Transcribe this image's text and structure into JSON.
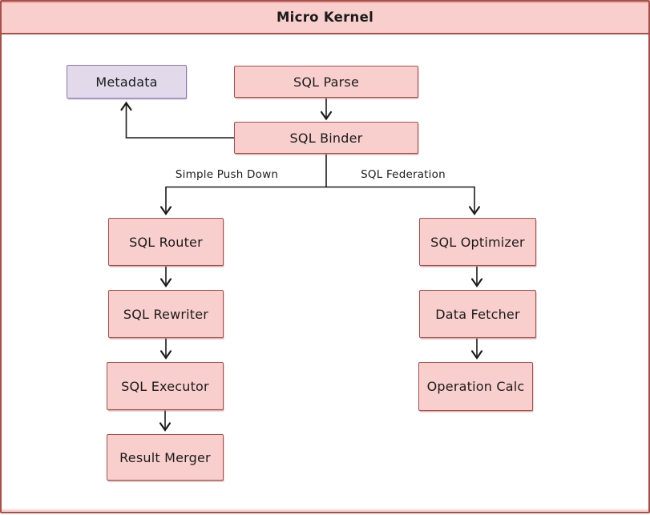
{
  "header": {
    "title": "Micro Kernel"
  },
  "nodes": {
    "metadata": {
      "label": "Metadata"
    },
    "sql_parse": {
      "label": "SQL Parse"
    },
    "sql_binder": {
      "label": "SQL Binder"
    },
    "sql_router": {
      "label": "SQL Router"
    },
    "sql_rewriter": {
      "label": "SQL Rewriter"
    },
    "sql_executor": {
      "label": "SQL Executor"
    },
    "result_merger": {
      "label": "Result Merger"
    },
    "sql_optimizer": {
      "label": "SQL Optimizer"
    },
    "data_fetcher": {
      "label": "Data Fetcher"
    },
    "operation_calc": {
      "label": "Operation Calc"
    }
  },
  "edge_labels": {
    "simple_push_down": "Simple Push Down",
    "sql_federation": "SQL Federation"
  },
  "colors": {
    "pink_fill": "#f8cfcd",
    "pink_border": "#ab4e4a",
    "purple_fill": "#e2daeb",
    "purple_border": "#8f77ad",
    "frame_border": "#ab4e4a",
    "arrow": "#1b1b1b",
    "canvas": "#ffffff"
  }
}
